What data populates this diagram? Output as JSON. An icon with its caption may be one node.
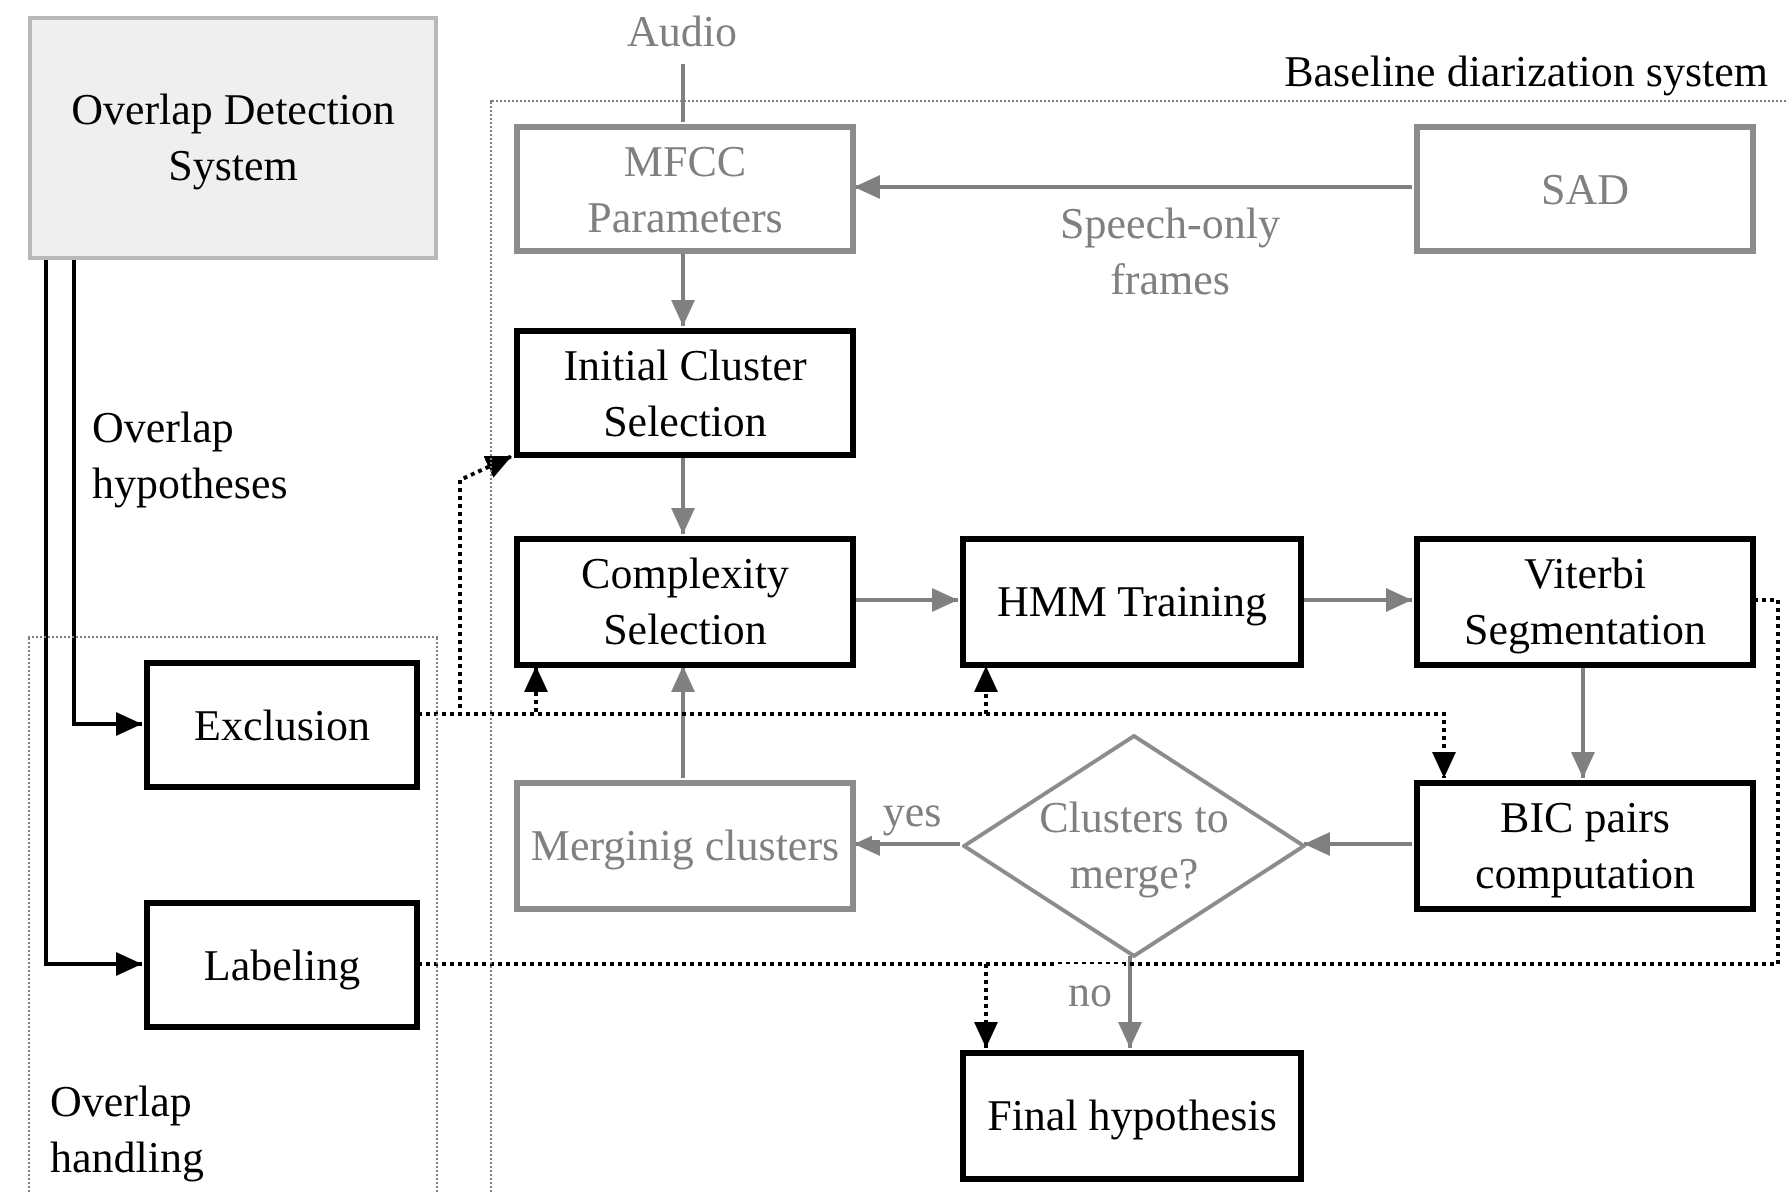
{
  "diagram": {
    "nodes": [
      {
        "text": [
          "Overlap Detection System"
        ]
      },
      {
        "text": [
          "Audio"
        ]
      },
      {
        "text": [
          "Baseline diarization system"
        ]
      },
      {
        "text": [
          "MFCC Parameters"
        ],
        "in": 2
      },
      {
        "text": [
          "SAD"
        ],
        "in": 2
      },
      {
        "text": [
          "Initial Cluster Selection"
        ],
        "in": 2
      },
      {
        "text": [
          "Complexity Selection"
        ],
        "in": 2
      },
      {
        "text": [
          "HMM Training"
        ],
        "in": 2
      },
      {
        "text": [
          "Viterbi Segmentation"
        ],
        "in": 2
      },
      {
        "text": [
          "Overlap handling"
        ]
      },
      {
        "text": [
          "Exclusion"
        ],
        "in": 9
      },
      {
        "text": [
          "Merginig clusters"
        ],
        "in": 2
      },
      {
        "text": [
          "Clusters to merge?"
        ],
        "in": 2
      },
      {
        "text": [
          "BIC pairs computation"
        ],
        "in": 2
      },
      {
        "text": [
          "Labeling"
        ],
        "in": 9
      },
      {
        "text": [
          "Final hypothesis"
        ],
        "in": 2
      }
    ],
    "edges": [
      {
        "from": 1,
        "to": 3,
        "arrow": "none"
      },
      {
        "from": 4,
        "to": 3,
        "arrow": "to",
        "label": "Speech-only frames"
      },
      {
        "from": 3,
        "to": 5,
        "arrow": "to"
      },
      {
        "from": 5,
        "to": 6,
        "arrow": "to"
      },
      {
        "from": 6,
        "to": 7,
        "arrow": "to"
      },
      {
        "from": 7,
        "to": 8,
        "arrow": "to"
      },
      {
        "from": 8,
        "to": 13,
        "arrow": "to"
      },
      {
        "from": 13,
        "to": 12,
        "arrow": "to"
      },
      {
        "from": 12,
        "to": 11,
        "arrow": "to",
        "label": "yes"
      },
      {
        "from": 11,
        "to": 6,
        "arrow": "to"
      },
      {
        "from": 12,
        "to": 15,
        "arrow": "to",
        "label": "no"
      },
      {
        "from": 0,
        "to": 10,
        "arrow": "to",
        "label": "Overlap hypotheses",
        "color": "#000000"
      },
      {
        "from": 0,
        "to": 14,
        "arrow": "to",
        "color": "#000000"
      },
      {
        "from": 10,
        "to": 5,
        "arrow": "to",
        "style": "dashed",
        "color": "#000000"
      },
      {
        "from": 10,
        "to": 6,
        "arrow": "to",
        "style": "dashed",
        "color": "#000000"
      },
      {
        "from": 10,
        "to": 7,
        "arrow": "to",
        "style": "dashed",
        "color": "#000000"
      },
      {
        "from": 10,
        "to": 13,
        "arrow": "to",
        "style": "dashed",
        "color": "#000000"
      },
      {
        "from": 14,
        "to": 15,
        "arrow": "to",
        "style": "dashed",
        "color": "#000000"
      },
      {
        "from": 14,
        "to": 8,
        "arrow": "none",
        "style": "dashed",
        "color": "#000000"
      }
    ]
  }
}
